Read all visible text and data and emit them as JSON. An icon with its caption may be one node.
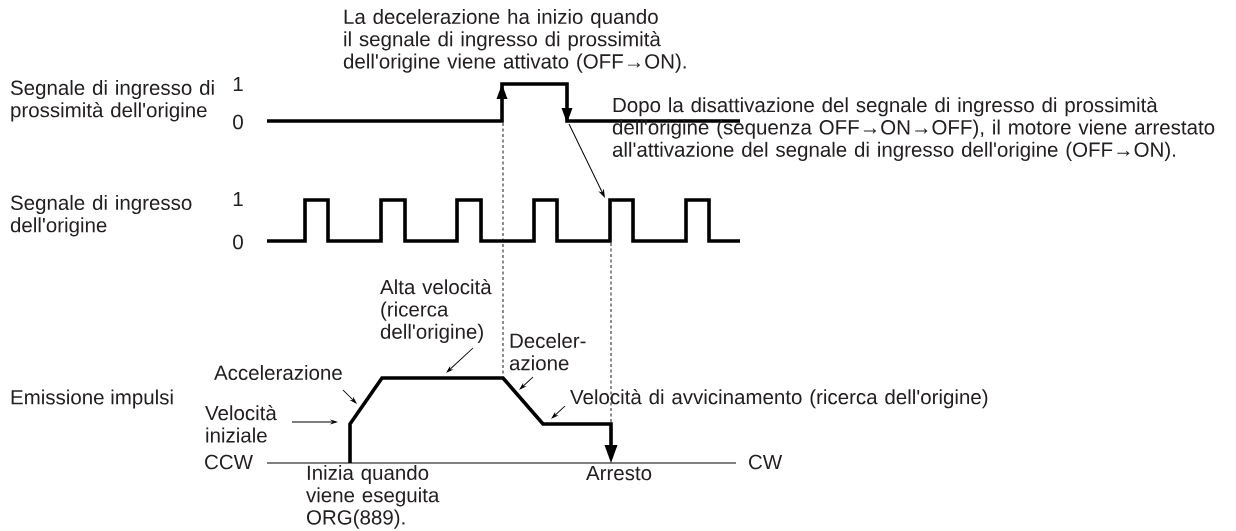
{
  "diagram": {
    "nodes": [
      {
        "text": [
          "Alta velocità (ricerca dell'origine)"
        ]
      },
      {
        "text": [
          "Deceler- azione"
        ]
      },
      {
        "text": [
          "Accelerazione"
        ]
      },
      {
        "text": [
          "Velocità di avvicinamento (ricerca dell'origine)"
        ]
      },
      {
        "text": [
          "Velocità iniziale"
        ]
      },
      {
        "text": [],
        "shape": "picture"
      }
    ],
    "edges": [
      {
        "from": 0,
        "to": 5,
        "arrow": "to"
      },
      {
        "from": 1,
        "to": 5,
        "arrow": "to"
      },
      {
        "from": 2,
        "to": 5,
        "arrow": "to"
      },
      {
        "from": 3,
        "to": 5,
        "arrow": "to"
      },
      {
        "from": 4,
        "to": 5,
        "arrow": "to"
      }
    ],
    "labels": [
      "La decelerazione ha inizio quando il segnale di ingresso di prossimità dell'origine viene attivato (OFF→ON).",
      "Segnale di ingresso di prossimità dell'origine",
      "1",
      "0",
      "Dopo la disattivazione del segnale di ingresso di prossimità dell'origine (sequenza OFF→ON→OFF), il motore viene arrestato all'attivazione del segnale di ingresso dell'origine (OFF→ON).",
      "Segnale di ingresso dell'origine",
      "1",
      "0",
      "Emissione impulsi",
      "CCW",
      "CW",
      "Inizia quando viene eseguita ORG(889).",
      "Arresto"
    ]
  }
}
